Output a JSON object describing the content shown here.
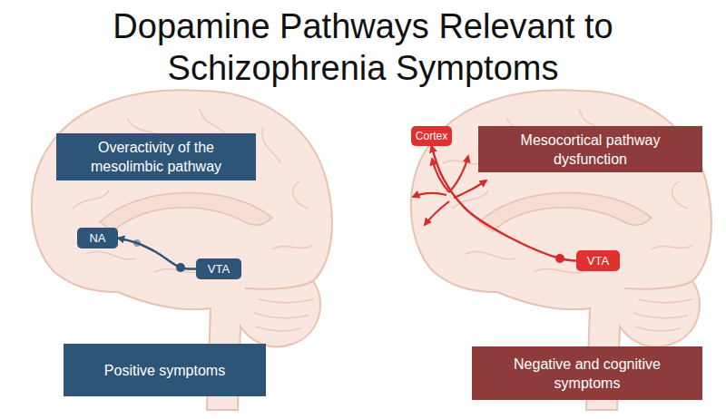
{
  "diagram": {
    "title": "Dopamine Pathways Relevant to Schizophrenia Symptoms",
    "nodes": [
      {
        "text": [
          "Overactivity of the mesolimbic pathway"
        ]
      },
      {
        "text": [
          "NA"
        ]
      },
      {
        "text": [
          "VTA"
        ]
      },
      {
        "text": [
          "Positive symptoms"
        ]
      },
      {
        "text": [
          "Cortex"
        ]
      },
      {
        "text": [
          "Mesocortical pathway dysfunction"
        ]
      },
      {
        "text": [
          "VTA"
        ]
      },
      {
        "text": [
          "Negative and cognitive symptoms"
        ]
      }
    ],
    "edges": [
      {
        "from": 2,
        "to": 1,
        "arrow": "to"
      },
      {
        "from": 6,
        "to": 4,
        "arrow": "to"
      }
    ]
  }
}
